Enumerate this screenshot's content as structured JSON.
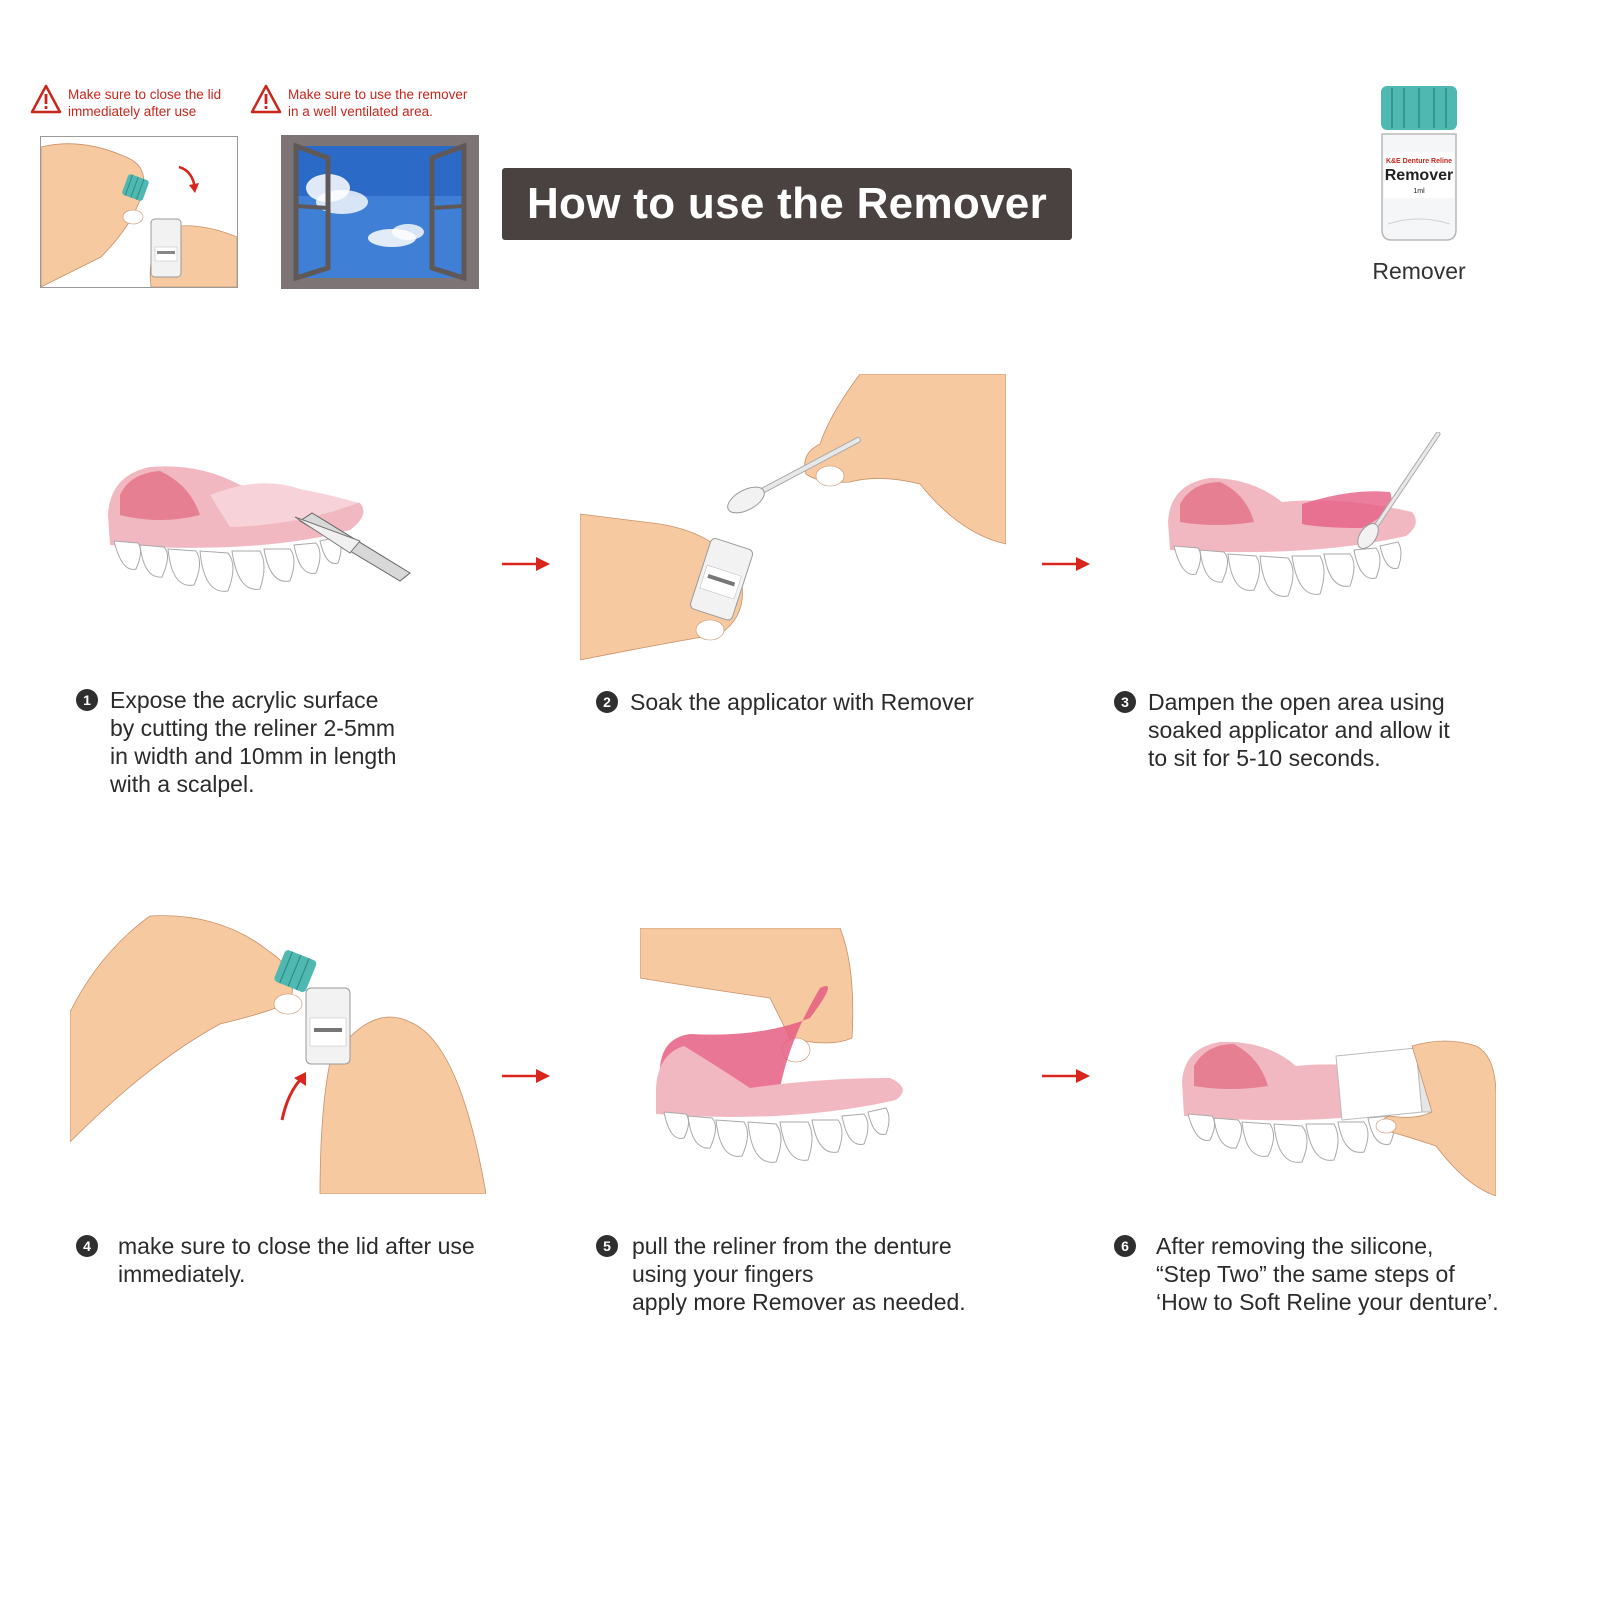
{
  "warnings": [
    {
      "icon": "warning-triangle-icon",
      "text": "Make sure to close the lid\nimmediately after use"
    },
    {
      "icon": "warning-triangle-icon",
      "text": "Make sure to use the remover\nin a well ventilated area."
    }
  ],
  "title": "How to use the Remover",
  "product": {
    "label": "Remover",
    "bottle_brand": "K&E Denture Reline",
    "bottle_name": "Remover",
    "bottle_volume": "1ml"
  },
  "steps": [
    {
      "number": "1",
      "text": "Expose the acrylic surface\nby cutting the reliner 2-5mm\nin width and 10mm in length\nwith a scalpel."
    },
    {
      "number": "2",
      "text": "Soak the applicator with Remover"
    },
    {
      "number": "3",
      "text": "Dampen the open area using\nsoaked applicator and allow it\nto sit for 5-10 seconds."
    },
    {
      "number": "4",
      "text": "make sure to close the lid after use\nimmediately."
    },
    {
      "number": "5",
      "text": "pull the reliner from the denture\nusing your fingers\napply more Remover as needed."
    },
    {
      "number": "6",
      "text": "After removing the silicone,\n“Step Two” the same steps of\n‘How to Soft Reline your denture’."
    }
  ],
  "colors": {
    "warning_red": "#c9261c",
    "banner_bg": "#4a4240",
    "arrow_red": "#d9261c",
    "skin": "#f6c9a0",
    "gum_pink": "#eb8a9a",
    "cap_teal": "#4fb9b1"
  }
}
